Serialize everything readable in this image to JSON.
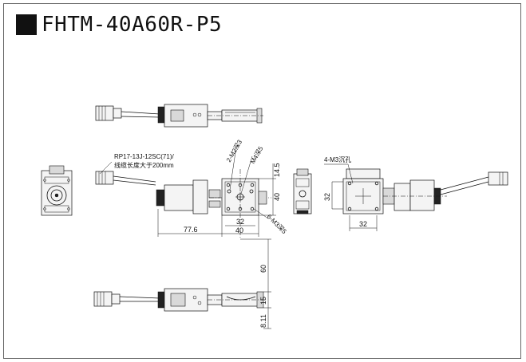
{
  "title": "FHTM-40A60R-P5",
  "notes": {
    "connector": "RP17-13J-12SC(71)/",
    "cable": "线缆长度大于200mm",
    "m2_depth": "2-M2深3",
    "m4_depth": "M4深5",
    "m3_depth": "6-M3深5",
    "m3_counterbore": "4-M3沉孔"
  },
  "dimensions": {
    "d77_6": "77.6",
    "d40_h": "40",
    "d32_h": "32",
    "d40_v": "40",
    "d14_5": "14.5",
    "d32_side": "32",
    "d32_right": "32",
    "d60": "60",
    "d15": "15",
    "d8_11": "8.11"
  }
}
